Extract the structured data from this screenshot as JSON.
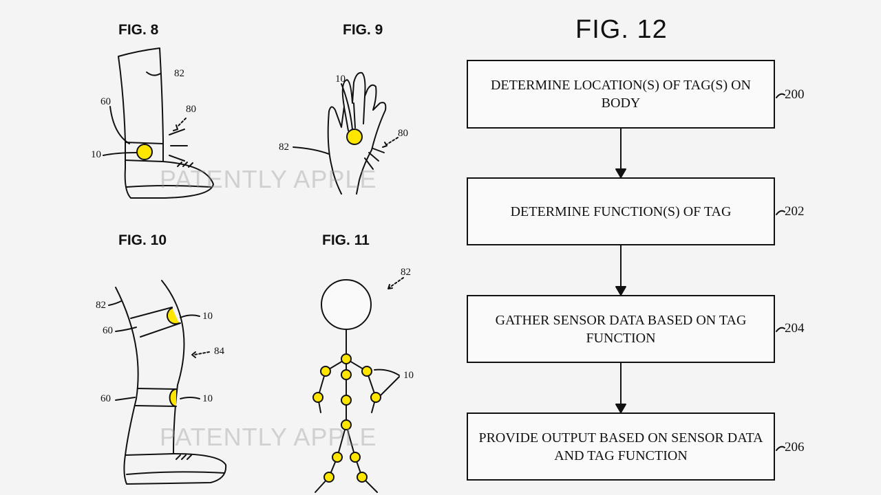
{
  "figures": {
    "fig8": {
      "title": "FIG. 8",
      "refs": {
        "r82": "82",
        "r60": "60",
        "r80": "80",
        "r10": "10"
      }
    },
    "fig9": {
      "title": "FIG. 9",
      "refs": {
        "r10": "10",
        "r82": "82",
        "r80": "80"
      }
    },
    "fig10": {
      "title": "FIG. 10",
      "refs": {
        "r82": "82",
        "r10a": "10",
        "r60a": "60",
        "r84": "84",
        "r60b": "60",
        "r10b": "10"
      }
    },
    "fig11": {
      "title": "FIG. 11",
      "refs": {
        "r82": "82",
        "r10": "10"
      }
    },
    "fig12": {
      "title": "FIG. 12",
      "steps": [
        {
          "text": "DETERMINE LOCATION(S) OF TAG(S) ON BODY",
          "ref": "200"
        },
        {
          "text": "DETERMINE  FUNCTION(S) OF TAG",
          "ref": "202"
        },
        {
          "text": "GATHER SENSOR DATA BASED ON TAG FUNCTION",
          "ref": "204"
        },
        {
          "text": "PROVIDE OUTPUT BASED ON  SENSOR DATA AND TAG FUNCTION",
          "ref": "206"
        }
      ]
    }
  },
  "watermark": "PATENTLY APPLE",
  "colors": {
    "tag": "#ffe600",
    "line": "#111111",
    "background": "#f4f4f4"
  }
}
